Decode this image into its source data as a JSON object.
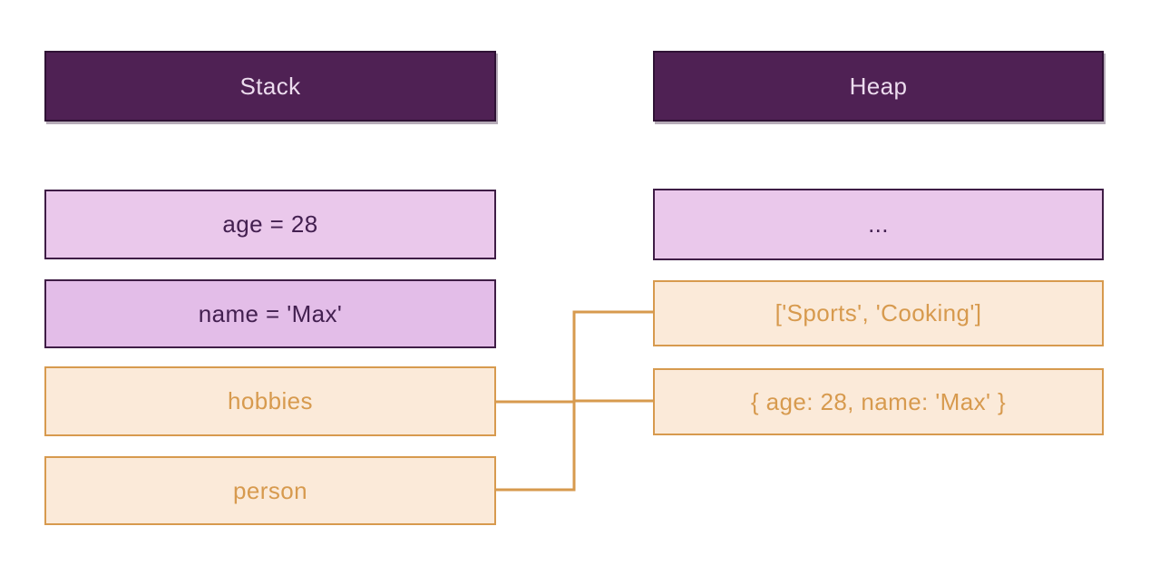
{
  "stack": {
    "header": "Stack",
    "items": [
      {
        "label": "age = 28",
        "variant": "purple"
      },
      {
        "label": "name = 'Max'",
        "variant": "purple"
      },
      {
        "label": "hobbies",
        "variant": "orange"
      },
      {
        "label": "person",
        "variant": "orange"
      }
    ]
  },
  "heap": {
    "header": "Heap",
    "items": [
      {
        "label": "...",
        "variant": "purple"
      },
      {
        "label": "['Sports', 'Cooking']",
        "variant": "orange"
      },
      {
        "label": "{ age: 28, name: 'Max' }",
        "variant": "orange"
      }
    ]
  },
  "connectors": [
    {
      "from": "hobbies",
      "to": "['Sports', 'Cooking']"
    },
    {
      "from": "person",
      "to": "{ age: 28, name: 'Max' }"
    }
  ],
  "colors": {
    "header_bg": "#4f2154",
    "header_border": "#2f1235",
    "header_text": "#ecdcee",
    "purple_bg": "#eac8eb",
    "purple_bg_alt": "#e3bde8",
    "purple_border": "#3f1d46",
    "purple_text": "#432050",
    "orange_bg": "#fbead9",
    "orange_border": "#d79a4e",
    "orange_text": "#d79a4e",
    "wire": "#d79a4e"
  }
}
